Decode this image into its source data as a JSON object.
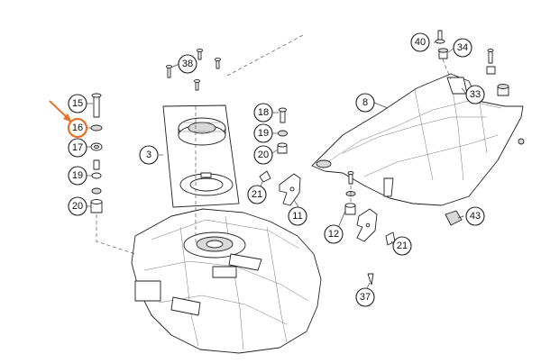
{
  "diagram": {
    "highlight_color": "#e8722c",
    "highlighted_callout": "16",
    "callouts": {
      "c3": "3",
      "c8": "8",
      "c11": "11",
      "c12": "12",
      "c15": "15",
      "c16": "16",
      "c17": "17",
      "c18": "18",
      "c19a": "19",
      "c19b": "19",
      "c20a": "20",
      "c20b": "20",
      "c21a": "21",
      "c21b": "21",
      "c33": "33",
      "c34": "34",
      "c37": "37",
      "c38": "38",
      "c40": "40",
      "c43": "43"
    }
  }
}
